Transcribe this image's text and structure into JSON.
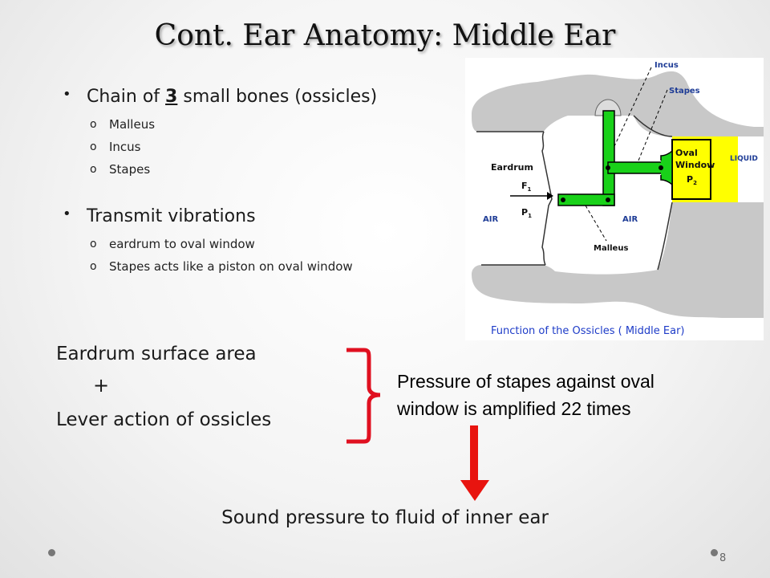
{
  "title": "Cont. Ear Anatomy: Middle Ear",
  "bullets": [
    {
      "prefix": "Chain of ",
      "emphasis": "3",
      "suffix": " small bones (ossicles)",
      "subs": [
        "Malleus",
        "Incus",
        "Stapes"
      ]
    },
    {
      "prefix": "Transmit vibrations",
      "emphasis": "",
      "suffix": "",
      "subs": [
        "eardrum to oval window",
        "Stapes acts like a piston on oval window"
      ]
    }
  ],
  "factors": {
    "line1": "Eardrum surface area",
    "plus": "+",
    "line2": "Lever action of ossicles"
  },
  "pressure_text": {
    "line1": "Pressure of stapes against oval",
    "line2": "window is amplified 22 times"
  },
  "result": "Sound pressure to fluid of inner ear",
  "page_number": "8",
  "diagram": {
    "labels": {
      "incus": "Incus",
      "stapes": "Stapes",
      "eardrum": "Eardrum",
      "f1": "F",
      "f1_sub": "1",
      "p1": "P",
      "p1_sub": "1",
      "air_left": "AIR",
      "air_right": "AIR",
      "malleus": "Malleus",
      "oval": "Oval",
      "window": "Window",
      "p2": "P",
      "p2_sub": "2",
      "liquid": "LIQUID"
    },
    "caption": "Function  of  the Ossicles ( Middle  Ear)"
  },
  "colors": {
    "bone": "#19d119",
    "liquid": "#ffff00",
    "tissue": "#c8c8c8",
    "brace": "#e01020",
    "arrow": "#e8140f",
    "caption": "#1e3cc8",
    "diagram_label": "#1e3c96"
  }
}
